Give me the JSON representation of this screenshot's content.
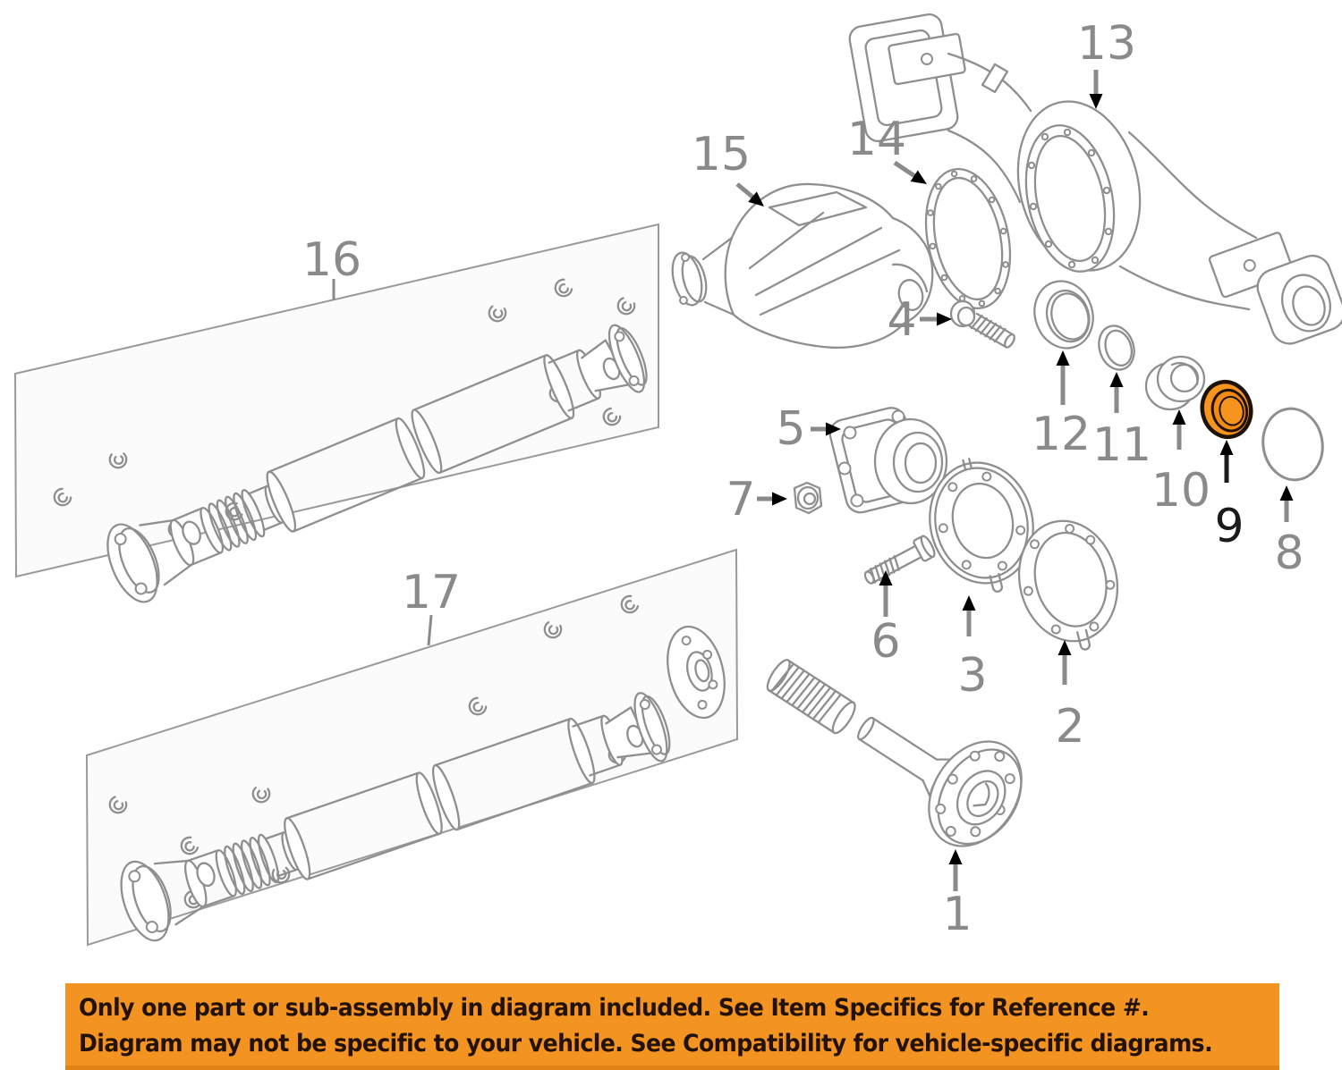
{
  "colors": {
    "background": "#ffffff",
    "line_art": "#8f8f8f",
    "label_gray": "#8a8a8a",
    "highlight_orange": "#f7941e",
    "highlight_outline": "#1e1206",
    "banner_background": "#f39322",
    "banner_text": "#231208"
  },
  "diagram": {
    "type": "exploded-parts-diagram",
    "subject": "rear axle housing, differential, axle shaft and propeller shafts",
    "highlighted_part_label": "9",
    "part_labels": [
      "1",
      "2",
      "3",
      "4",
      "5",
      "6",
      "7",
      "8",
      "9",
      "10",
      "11",
      "12",
      "13",
      "14",
      "15",
      "16",
      "17"
    ]
  },
  "banner": {
    "background": "#f39322",
    "text_color": "#231208",
    "line1": "Only one part or sub-assembly in diagram included. See Item Specifics for Reference #.",
    "line2": "Diagram may not be specific to your vehicle. See Compatibility for vehicle-specific diagrams."
  }
}
